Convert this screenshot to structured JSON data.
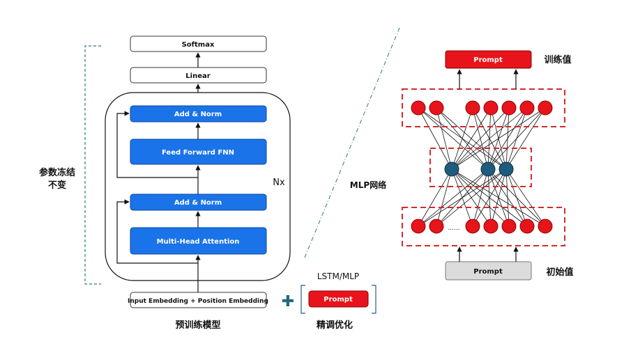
{
  "transformer": {
    "softmax": "Softmax",
    "linear": "Linear",
    "add_norm_top": "Add & Norm",
    "ffn": "Feed Forward FNN",
    "add_norm_bottom": "Add & Norm",
    "attention": "Multi-Head Attention",
    "repeat_label": "Nx",
    "embedding": "Input Embedding + Position Embedding",
    "caption": "预训练模型"
  },
  "frozen_label": {
    "line1": "参数冻结",
    "line2": "不变"
  },
  "plus_symbol": "✚",
  "prompt_module": {
    "title": "LSTM/MLP",
    "box_label": "Prompt",
    "caption": "精调优化"
  },
  "mlp_label": "MLP网络",
  "mlp": {
    "top_prompt": "Prompt",
    "top_label": "训练值",
    "bottom_prompt": "Prompt",
    "bottom_label": "初始值",
    "ellipsis": "......",
    "top_nodes": 7,
    "middle_nodes": 3,
    "bottom_nodes": 7
  },
  "colors": {
    "blue_box": "#1a73e8",
    "red_node": "#e8141b",
    "teal_node": "#1f5b7a",
    "dashed_red": "#d42a2a",
    "gray_box": "#dcdcdc",
    "green_plus": "#1e6b7b"
  }
}
